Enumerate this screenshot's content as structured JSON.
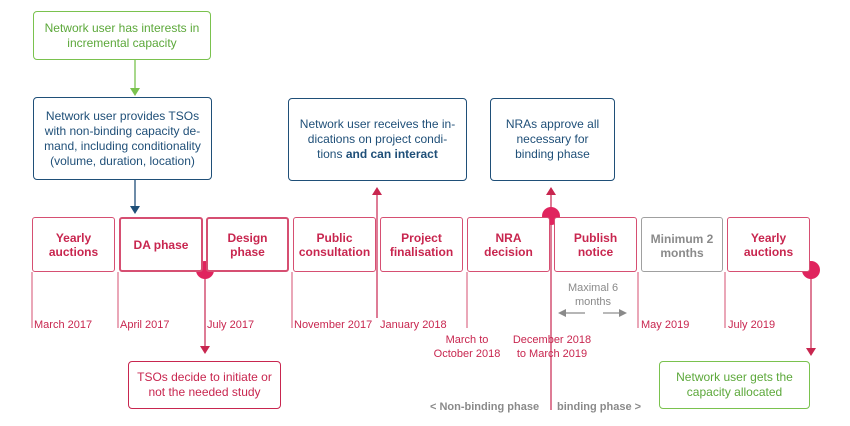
{
  "notes": {
    "interest": "Network user has interests in incremental capacity",
    "provide": "Network user provides TSOs with non-binding capacity de-mand, including conditionality (volume, duration, location)",
    "receives_pre": "Network user receives the in-dications on project condi-tions",
    "receives_bold": "and can interact",
    "nra_approve": "NRAs approve all necessary for binding phase",
    "tso_decide": "TSOs decide to initiate or not the needed study",
    "capacity_allocated": "Network user gets the capacity allocated"
  },
  "phases": [
    {
      "label": "Yearly auctions"
    },
    {
      "label": "DA phase"
    },
    {
      "label": "Design phase"
    },
    {
      "label": "Public consultation"
    },
    {
      "label": "Project finalisation"
    },
    {
      "label": "NRA decision"
    },
    {
      "label": "Publish notice"
    },
    {
      "label": "Minimum 2 months"
    },
    {
      "label": "Yearly auctions"
    }
  ],
  "dates": {
    "d1": "March 2017",
    "d2": "April 2017",
    "d3": "July 2017",
    "d4": "November 2017",
    "d5": "January 2018",
    "d6": "March to October 2018",
    "d7": "December 2018 to March 2019",
    "d8": "May 2019",
    "d9": "July 2019"
  },
  "maximal": "Maximal 6 months",
  "phase_labels": {
    "nonbinding": "< Non-binding phase",
    "binding": "binding phase >"
  },
  "colors": {
    "red": "#c8264f",
    "pink_border": "#d64f72",
    "blue": "#1f4f78",
    "green": "#7ac24e",
    "grey": "#a0a0a0"
  }
}
